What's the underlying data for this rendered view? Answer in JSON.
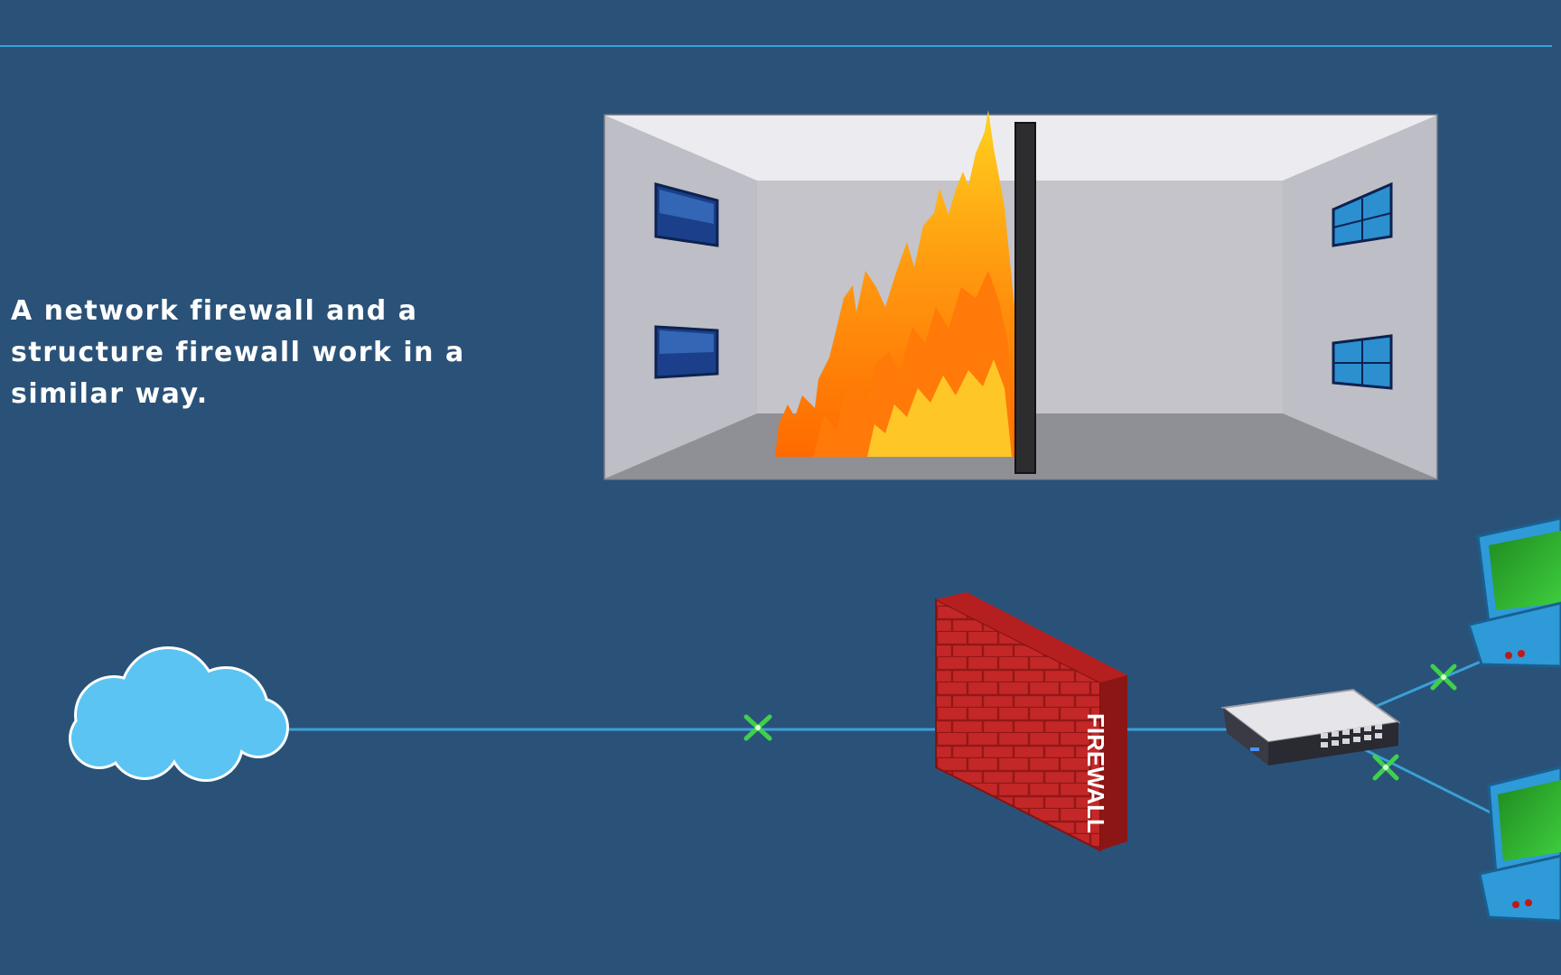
{
  "caption": {
    "lines": [
      "A network firewall and a",
      "structure firewall work in a",
      "similar way."
    ]
  },
  "diagram": {
    "firewall_label": "FIREWALL",
    "icons": [
      "cloud-icon",
      "firewall-brick-wall-icon",
      "network-switch-icon",
      "computer-icon",
      "blocked-x-icon"
    ]
  },
  "colors": {
    "background": "#2a5278",
    "line": "#3aa0d8",
    "cloud": "#5bc4f2",
    "brick": "#d42a2a",
    "fire": "#ff8a10",
    "blocked_marker": "#3fd14a"
  }
}
